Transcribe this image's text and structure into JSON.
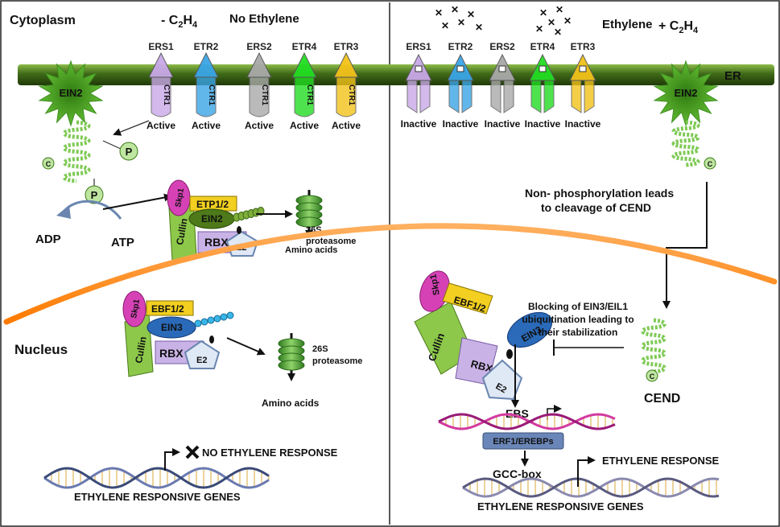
{
  "left": {
    "compartment": "Cytoplasm",
    "condition_sign": "- C",
    "condition_sub": "2",
    "condition_h": "H",
    "condition_sub2": "4",
    "condition_text": "No Ethylene",
    "receptors": [
      {
        "name": "ERS1",
        "kinase": "CTR1",
        "state": "Active",
        "color": "#c9a8e8"
      },
      {
        "name": "ETR2",
        "kinase": "CTR1",
        "state": "Active",
        "color": "#3aa5e6"
      },
      {
        "name": "ERS2",
        "kinase": "CTR1",
        "state": "Active",
        "color": "#a9a9a9"
      },
      {
        "name": "ETR4",
        "kinase": "CTR1",
        "state": "Active",
        "color": "#22dd22"
      },
      {
        "name": "ETR3",
        "kinase": "CTR1",
        "state": "Active",
        "color": "#f2c21a"
      }
    ],
    "ein2": "EIN2",
    "c_terminal": "C",
    "phospho": "P",
    "adp": "ADP",
    "atp": "ATP",
    "skp1": "Skp1",
    "etp": "ETP1/2",
    "ein2_complex": "EIN2",
    "cullin": "Cullin",
    "rbx": "RBX",
    "e2": "E2",
    "proteasome": "26S proteasome",
    "amino": "Amino acids"
  },
  "nucleus_left": {
    "label": "Nucleus",
    "skp1": "Skp1",
    "ebf": "EBF1/2",
    "ein3": "EIN3",
    "cullin": "Cullin",
    "rbx": "RBX",
    "e2": "E2",
    "proteasome": "26S proteasome",
    "amino": "Amino acids",
    "response": "NO ETHYLENE RESPONSE",
    "genes": "ETHYLENE RESPONSIVE GENES"
  },
  "right": {
    "condition_text": "Ethylene",
    "condition_sign": "+ C",
    "condition_sub": "2",
    "condition_h": "H",
    "condition_sub2": "4",
    "er_label": "ER",
    "receptors": [
      {
        "name": "ERS1",
        "state": "Inactive",
        "color": "#c9a8e8"
      },
      {
        "name": "ETR2",
        "state": "Inactive",
        "color": "#3aa5e6"
      },
      {
        "name": "ERS2",
        "state": "Inactive",
        "color": "#a9a9a9"
      },
      {
        "name": "ETR4",
        "state": "Inactive",
        "color": "#22dd22"
      },
      {
        "name": "ETR3",
        "state": "Inactive",
        "color": "#f2c21a"
      }
    ],
    "ein2": "EIN2",
    "c_terminal": "C",
    "cleavage_line1": "Non- phosphorylation  leads",
    "cleavage_line2": "to cleavage of CEND",
    "skp1": "Skp1",
    "ebf": "EBF1/2",
    "cullin": "Cullin",
    "rbx": "RBX",
    "e2": "E2",
    "ein3": "EIN3",
    "blocking_line1": "Blocking of EIN3/EIL1",
    "blocking_line2": "ubiquitination leading to",
    "blocking_line3": "their stabilization",
    "cend": "CEND",
    "ebs": "EBS",
    "erf": "ERF1/EREBPs",
    "gcc": "GCC-box",
    "response": "ETHYLENE RESPONSE",
    "genes": "ETHYLENE RESPONSIVE GENES"
  }
}
